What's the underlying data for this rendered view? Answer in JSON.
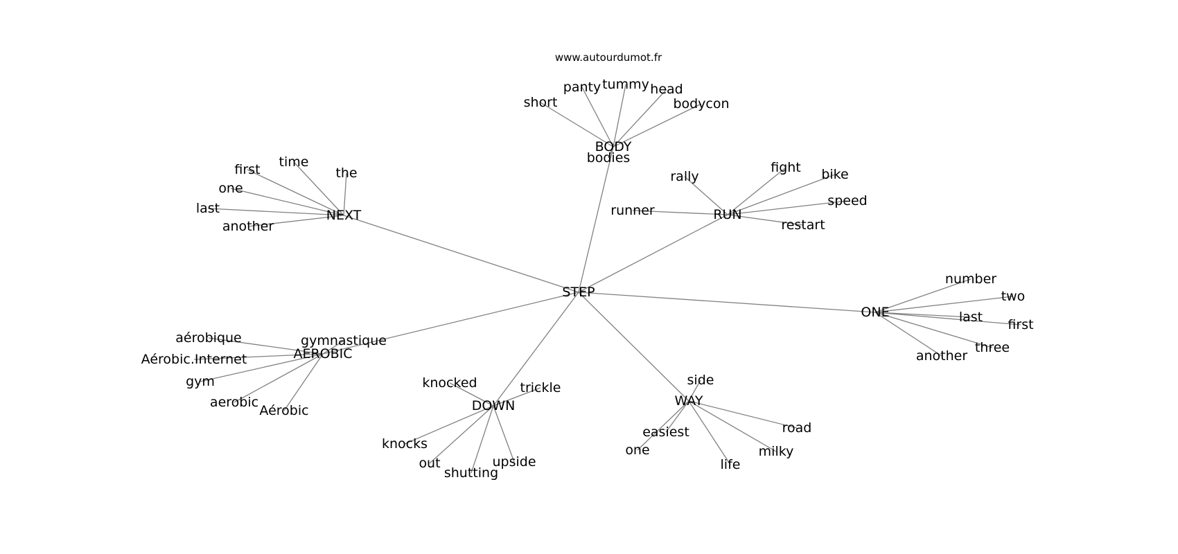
{
  "site": "www.autourdumot.fr",
  "colors": {
    "edge": "#808080",
    "text": "#000000",
    "background": "#ffffff"
  },
  "center": "STEP",
  "clusters": [
    {
      "hub": "BODY",
      "words": [
        "short",
        "panty",
        "tummy",
        "head",
        "bodycon",
        "bodies"
      ]
    },
    {
      "hub": "NEXT",
      "words": [
        "time",
        "first",
        "the",
        "one",
        "last",
        "another"
      ]
    },
    {
      "hub": "RUN",
      "words": [
        "rally",
        "fight",
        "bike",
        "speed",
        "runner",
        "restart"
      ]
    },
    {
      "hub": "ONE",
      "words": [
        "number",
        "two",
        "last",
        "first",
        "three",
        "another"
      ]
    },
    {
      "hub": "AEROBIC",
      "words": [
        "aérobique",
        "gymnastique",
        "Aérobic.Internet",
        "gym",
        "aerobic",
        "Aérobic"
      ]
    },
    {
      "hub": "DOWN",
      "words": [
        "knocked",
        "trickle",
        "knocks",
        "out",
        "shutting",
        "upside"
      ]
    },
    {
      "hub": "WAY",
      "words": [
        "side",
        "easiest",
        "one",
        "road",
        "milky",
        "life"
      ]
    }
  ]
}
